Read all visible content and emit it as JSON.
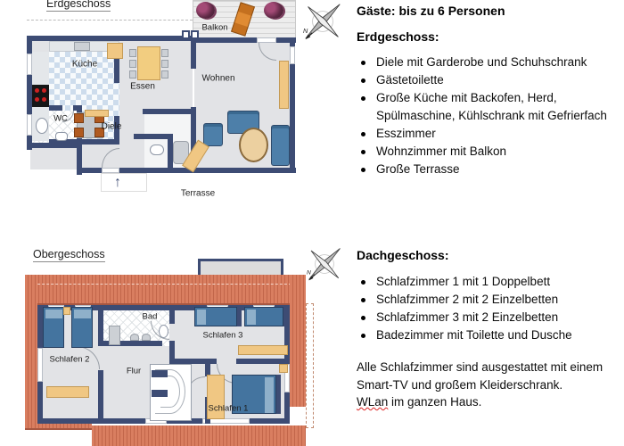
{
  "colors": {
    "wall": "#3d4c74",
    "roof": "#d97e60",
    "roofStripe": "#c2664a",
    "floor": "#e2e3e6",
    "tan": "#f0c783",
    "bedBlue": "#44749f",
    "bedPillow": "#8fb0ca",
    "sofa": "#4d7fa9",
    "tableYellow": "#f2cd80",
    "chairOrange": "#b05a20",
    "terrace": "#ece5e0"
  },
  "icons": {
    "entrance_arrow": "↑",
    "compass_north": "N"
  },
  "floorplans": {
    "eg": {
      "title": "Erdgeschoss",
      "rooms": {
        "kueche": "Küche",
        "essen": "Essen",
        "wohnen": "Wohnen",
        "wc": "WC",
        "diele": "Diele",
        "balkon": "Balkon",
        "terrasse": "Terrasse"
      }
    },
    "og": {
      "title": "Obergeschoss",
      "rooms": {
        "bad": "Bad",
        "flur": "Flur",
        "schlafen1": "Schlafen 1",
        "schlafen2": "Schlafen 2",
        "schlafen3": "Schlafen 3"
      }
    }
  },
  "info": {
    "guests_heading": "Gäste: bis zu 6 Personen",
    "sections": [
      {
        "heading": "Erdgeschoss:",
        "bullets": [
          "Diele mit Garderobe und Schuhschrank",
          "Gästetoilette",
          "Große Küche mit Backofen, Herd, Spülmaschine, Kühlschrank mit Gefrierfach",
          "Esszimmer",
          "Wohnzimmer mit Balkon",
          "Große Terrasse"
        ]
      },
      {
        "heading": "Dachgeschoss:",
        "bullets": [
          "Schlafzimmer 1 mit 1 Doppelbett",
          "Schlafzimmer 2 mit 2 Einzelbetten",
          "Schlafzimmer 3 mit 2 Einzelbetten",
          "Badezimmer mit Toilette und Dusche"
        ]
      }
    ],
    "notes": {
      "line1": "Alle Schlafzimmer sind ausgestattet mit einem Smart-TV und großem Kleiderschrank.",
      "wlan_word": "WLan",
      "wlan_rest": " im ganzen Haus."
    }
  }
}
